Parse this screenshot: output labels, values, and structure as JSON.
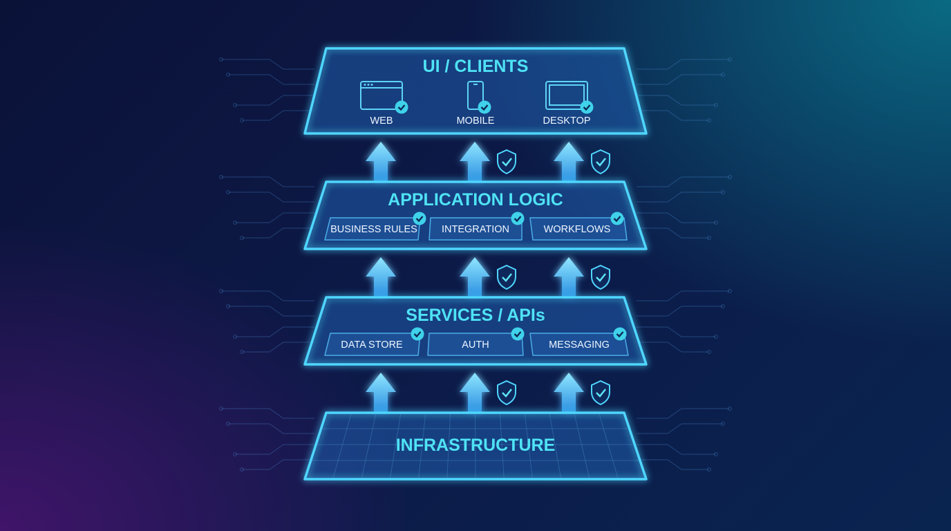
{
  "layers": [
    {
      "title": "UI / CLIENTS",
      "items": [
        {
          "label": "WEB",
          "icon": "browser-window-icon"
        },
        {
          "label": "MOBILE",
          "icon": "smartphone-icon"
        },
        {
          "label": "DESKTOP",
          "icon": "monitor-icon"
        }
      ]
    },
    {
      "title": "APPLICATION LOGIC",
      "items": [
        {
          "label": "BUSINESS RULES"
        },
        {
          "label": "INTEGRATION"
        },
        {
          "label": "WORKFLOWS"
        }
      ]
    },
    {
      "title": "SERVICES / APIs",
      "items": [
        {
          "label": "DATA STORE"
        },
        {
          "label": "AUTH"
        },
        {
          "label": "MESSAGING"
        }
      ]
    },
    {
      "title": "INFRASTRUCTURE",
      "items": []
    }
  ],
  "connectors": {
    "arrow_icon": "up-arrow-icon",
    "badge_icon": "shield-check-icon",
    "check_icon": "check-badge-icon"
  },
  "colors": {
    "accent": "#4fe3f5",
    "outline": "#4fd6ff",
    "background": "#0c1a48"
  }
}
